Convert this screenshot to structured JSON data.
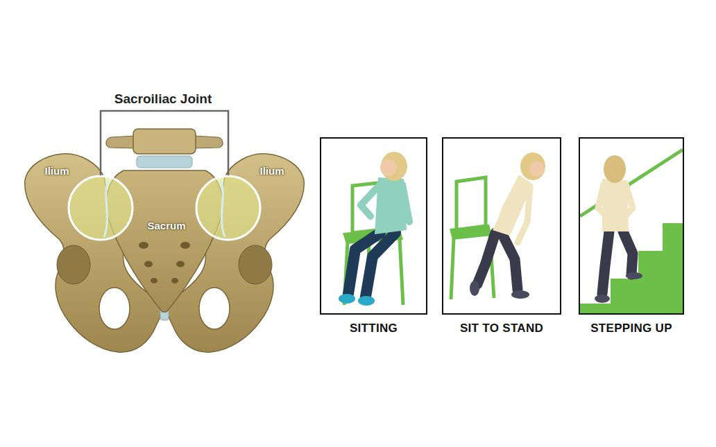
{
  "diagram": {
    "nodes": [
      {
        "text": [
          "SITTING"
        ]
      },
      {
        "text": [
          "SIT TO STAND"
        ]
      },
      {
        "text": [
          "STEPPING UP"
        ]
      }
    ],
    "labels": [
      "Sacroiliac Joint",
      "Ilium",
      "Ilium",
      "Sacrum"
    ]
  }
}
